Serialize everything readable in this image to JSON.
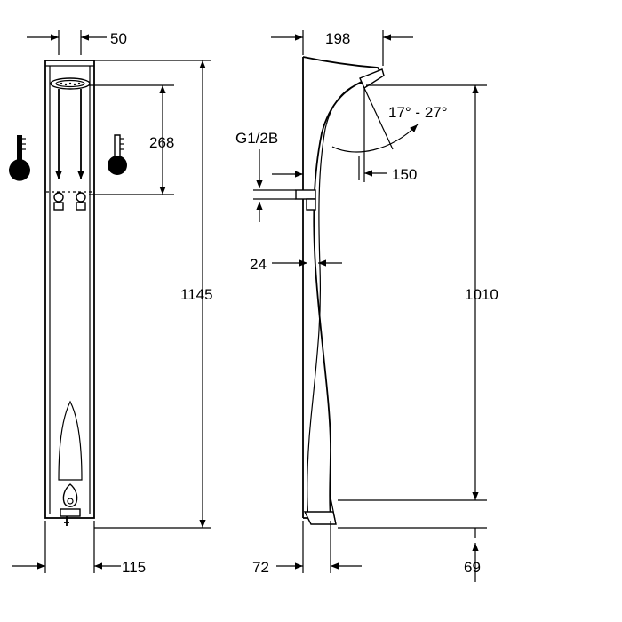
{
  "dimensions": {
    "front_width": "50",
    "head_drop": "268",
    "total_height": "1145",
    "front_base_offset": "115",
    "side_depth": "198",
    "connection_thread": "G1/2B",
    "spray_angle": "17° - 27°",
    "head_offset": "150",
    "connection_spacing": "24",
    "head_height": "1010",
    "side_left_offset": "72",
    "side_base_offset": "69"
  },
  "icons": {
    "cold": "thermometer-cold-icon",
    "hot": "thermometer-hot-icon"
  }
}
